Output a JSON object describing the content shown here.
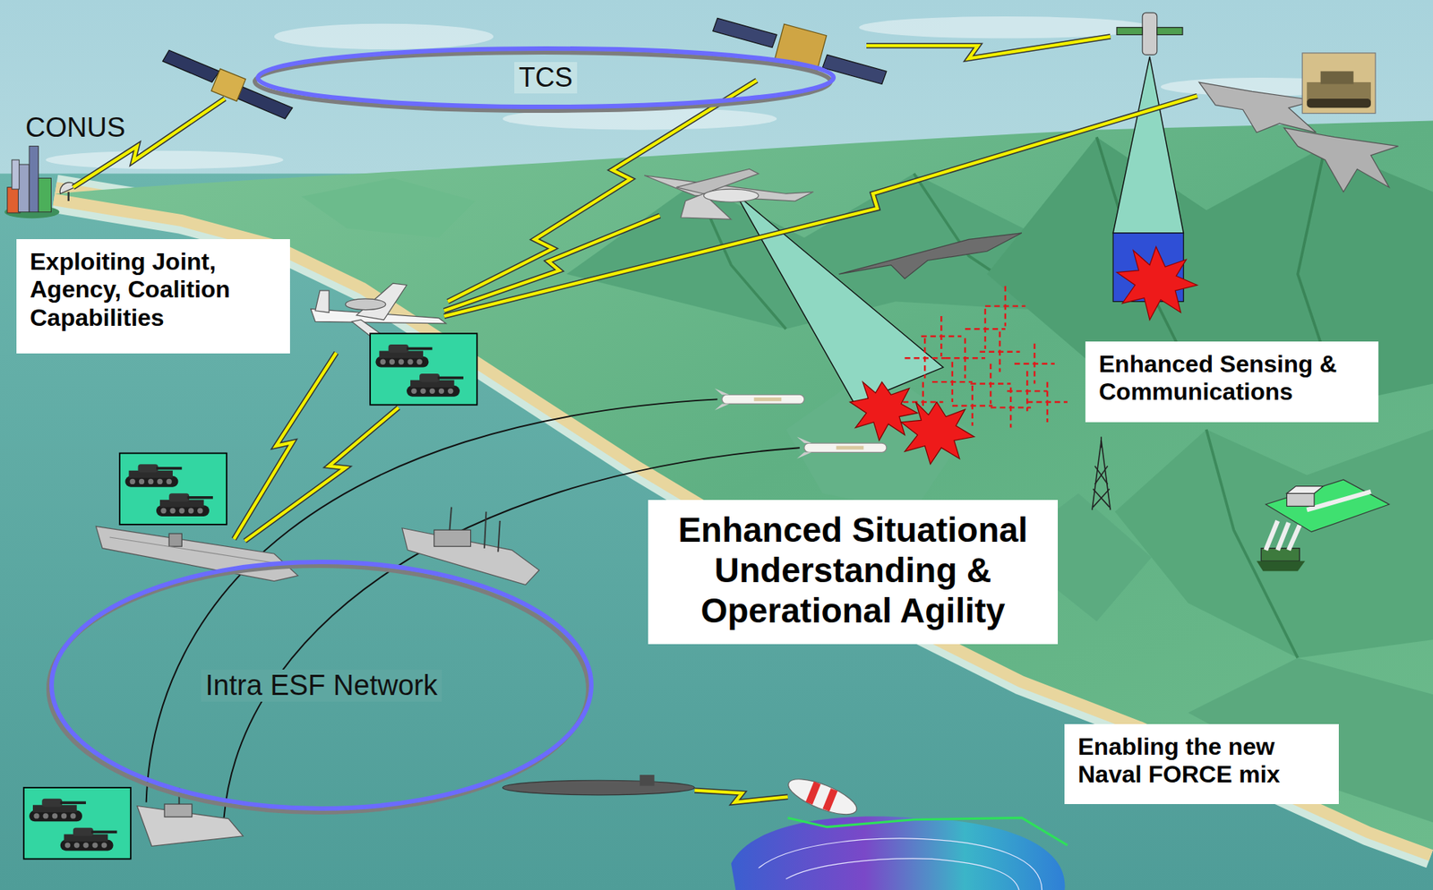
{
  "diagram": {
    "nodes": [
      {
        "text": [
          "TCS"
        ]
      },
      {
        "text": [
          "Exploiting Joint, Agency, Coalition Capabilities"
        ]
      },
      {
        "text": [
          "Enhanced Sensing & Communications"
        ]
      },
      {
        "text": [
          "Enhanced Situational Understanding & Operational Agility"
        ]
      },
      {
        "text": [
          "Intra ESF Network"
        ]
      },
      {
        "text": [
          "Enabling the new Naval FORCE mix"
        ]
      }
    ],
    "labels": [
      "CONUS"
    ]
  }
}
